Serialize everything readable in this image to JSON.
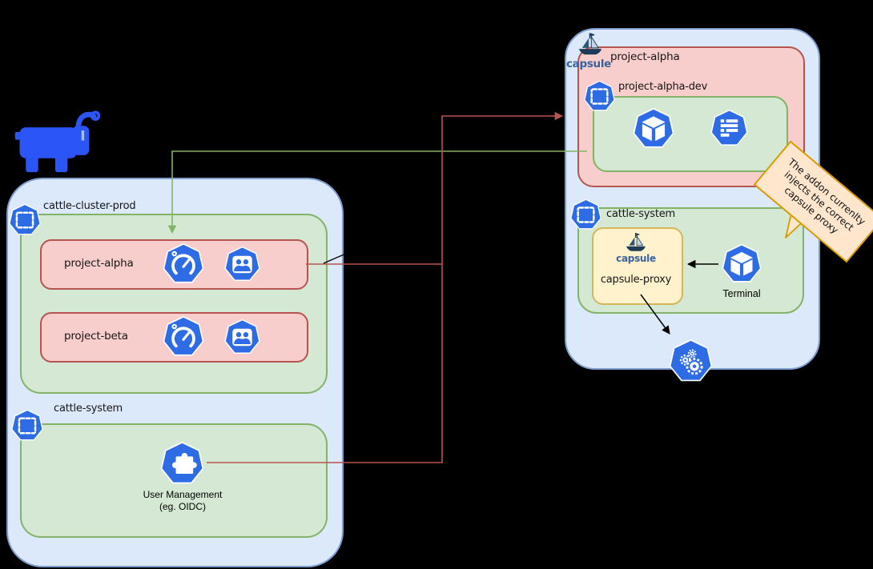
{
  "diagram": {
    "left_cluster": {
      "namespace_label": "cattle-cluster-prod",
      "projects": [
        {
          "label": "project-alpha"
        },
        {
          "label": "project-beta"
        }
      ],
      "system": {
        "namespace_label": "cattle-system",
        "addon_label_line1": "User Management",
        "addon_label_line2": "(eg. OIDC)"
      }
    },
    "right_cluster": {
      "capsule_wordmark": "capsule",
      "tenant_label": "project-alpha",
      "tenant_namespace_label": "project-alpha-dev",
      "system": {
        "namespace_label": "cattle-system",
        "proxy_wordmark": "capsule",
        "proxy_label": "capsule-proxy",
        "terminal_label": "Terminal"
      }
    },
    "note": {
      "line1": "The addon currenlty",
      "line2": "injects the correct",
      "line3": "capsule proxy"
    },
    "icons": {
      "rancher": "rancher-cow-logo",
      "capsule": "capsule-ship-logo",
      "namespace": "namespace-dashed-square-icon",
      "limits": "gauge-limitrange-icon",
      "users": "users-group-icon",
      "addon": "puzzle-addon-icon",
      "pod": "pod-cube-icon",
      "manifests": "manifest-list-icon",
      "terminal": "terminal-cube-icon",
      "kubernetes_api": "gears-controller-icon"
    },
    "colors": {
      "background": "#000000",
      "k8s_blue": "#2e6ce5",
      "container_fill": "#dbe9fb",
      "container_stroke": "#7e9dcd",
      "group_fill": "#d5e8d4",
      "group_stroke": "#82b366",
      "project_fill": "#f8cecc",
      "project_stroke": "#b85450",
      "proxy_fill": "#fff2cc",
      "proxy_stroke": "#d6b656",
      "note_fill": "#ffe6cc",
      "note_stroke": "#d79b00",
      "green_link": "#82b366",
      "red_link": "#b85450",
      "rancher_blue": "#2b55f6",
      "capsule_navy": "#1d3a56"
    }
  }
}
